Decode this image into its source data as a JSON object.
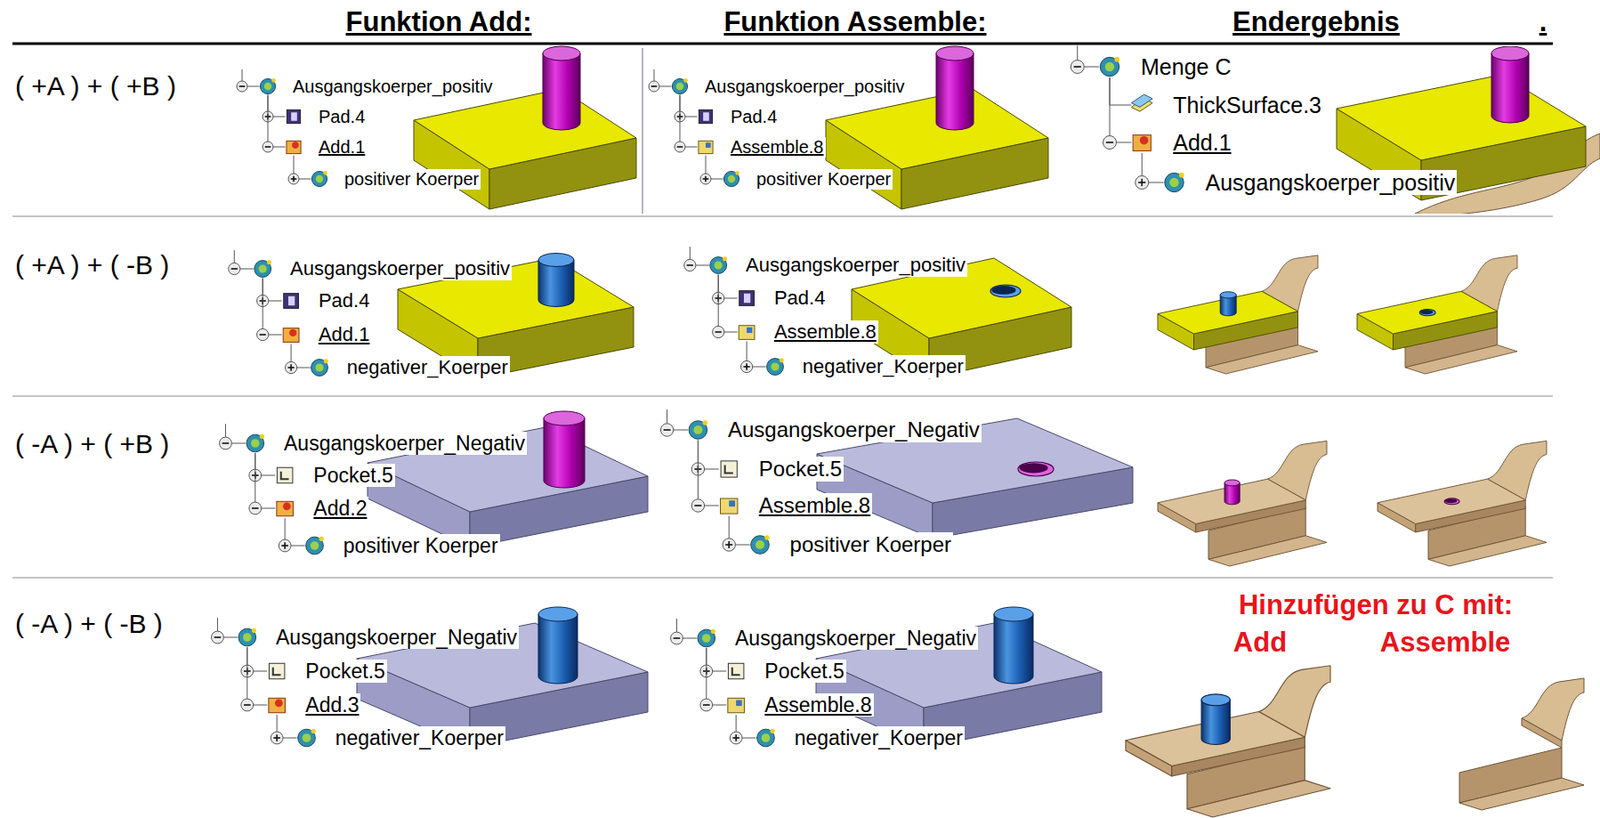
{
  "diagram": {
    "labels": [
      "Funktion Add:",
      "Funktion Assemble:",
      "Endergebnis",
      ".",
      "( +A ) + ( +B )",
      "Ausgangskoerper_positiv",
      "Pad.4",
      "Add.1",
      "positiver Koerper",
      "Ausgangskoerper_positiv",
      "Pad.4",
      "Assemble.8",
      "positiver Koerper",
      "Menge C",
      "ThickSurface.3",
      "Add.1",
      "Ausgangskoerper_positiv",
      "( +A ) + ( -B )",
      "Ausgangskoerper_positiv",
      "Pad.4",
      "Add.1",
      "negativer_Koerper",
      "Ausgangskoerper_positiv",
      "Pad.4",
      "Assemble.8",
      "negativer_Koerper",
      "( -A ) + ( +B )",
      "Ausgangskoerper_Negativ",
      "Pocket.5",
      "Add.2",
      "positiver Koerper",
      "Ausgangskoerper_Negativ",
      "Pocket.5",
      "Assemble.8",
      "positiver Koerper",
      "( -A ) + ( -B )",
      "Ausgangskoerper_Negativ",
      "Pocket.5",
      "Add.3",
      "negativer_Koerper",
      "Ausgangskoerper_Negativ",
      "Pocket.5",
      "Assemble.8",
      "negativer_Koerper",
      "Hinzufügen zu C mit:",
      "Add",
      "Assemble"
    ]
  }
}
